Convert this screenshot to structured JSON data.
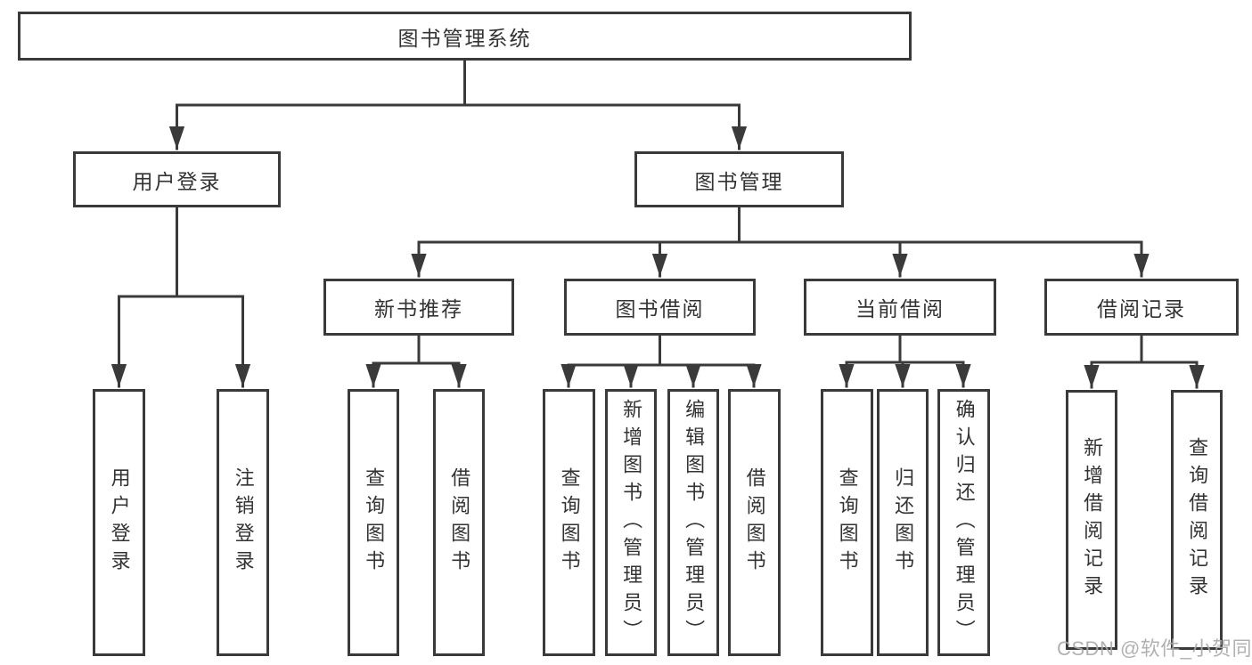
{
  "colors": {
    "line": "#3A3A3A",
    "text": "#333333",
    "background": "#FFFFFF",
    "watermark": "#AAAAAA"
  },
  "diagram": {
    "root": {
      "label": "图书管理系统"
    },
    "branches": [
      {
        "label": "用户登录",
        "children": [
          {
            "label": "用户登录"
          },
          {
            "label": "注销登录"
          }
        ]
      },
      {
        "label": "图书管理",
        "children": [
          {
            "label": "新书推荐",
            "children": [
              {
                "label": "查询图书"
              },
              {
                "label": "借阅图书"
              }
            ]
          },
          {
            "label": "图书借阅",
            "children": [
              {
                "label": "查询图书"
              },
              {
                "label": "新增图书（管理员）"
              },
              {
                "label": "编辑图书（管理员）"
              },
              {
                "label": "借阅图书"
              }
            ]
          },
          {
            "label": "当前借阅",
            "children": [
              {
                "label": "查询图书"
              },
              {
                "label": "归还图书"
              },
              {
                "label": "确认归还（管理员）"
              }
            ]
          },
          {
            "label": "借阅记录",
            "children": [
              {
                "label": "新增借阅记录"
              },
              {
                "label": "查询借阅记录"
              }
            ]
          }
        ]
      }
    ]
  },
  "watermark": {
    "text": "CSDN @软件_小贺同学"
  }
}
